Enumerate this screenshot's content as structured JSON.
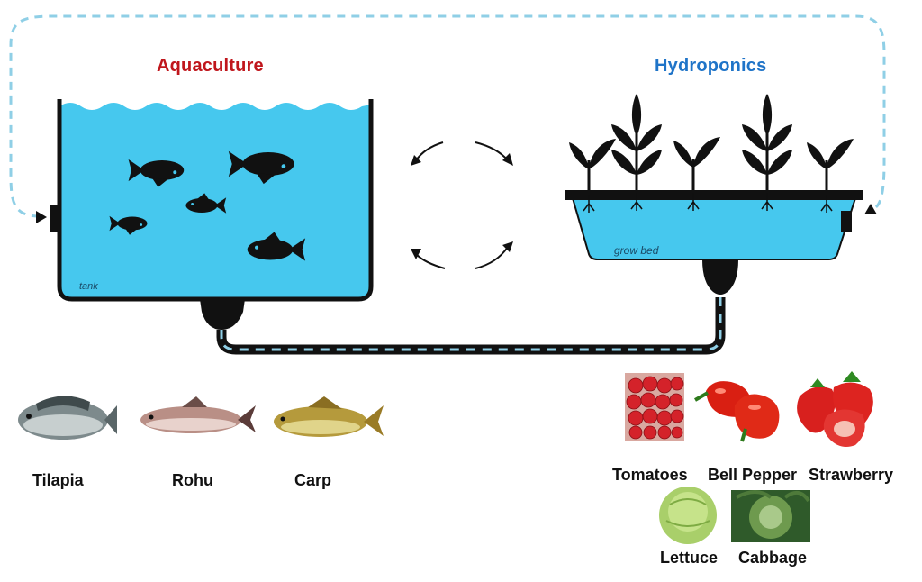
{
  "titles": {
    "aquaculture": "Aquaculture",
    "hydroponics": "Hydroponics"
  },
  "diagram_labels": {
    "tank": "tank",
    "grow_bed": "grow bed"
  },
  "fish": [
    {
      "name": "Tilapia"
    },
    {
      "name": "Rohu"
    },
    {
      "name": "Carp"
    }
  ],
  "plants": [
    {
      "name": "Tomatoes"
    },
    {
      "name": "Bell Pepper"
    },
    {
      "name": "Strawberry"
    },
    {
      "name": "Lettuce"
    },
    {
      "name": "Cabbage"
    }
  ],
  "colors": {
    "aquaculture_title": "#c0161c",
    "hydroponics_title": "#1f74c8",
    "water": "#46c8ee",
    "flow_dash": "#8fcfe6",
    "outline": "#111111"
  },
  "icons": [
    "fish-icon",
    "plant-icon",
    "cycle-arrow-icon",
    "tomato-icon",
    "bell-pepper-icon",
    "strawberry-icon",
    "lettuce-icon",
    "cabbage-icon"
  ]
}
